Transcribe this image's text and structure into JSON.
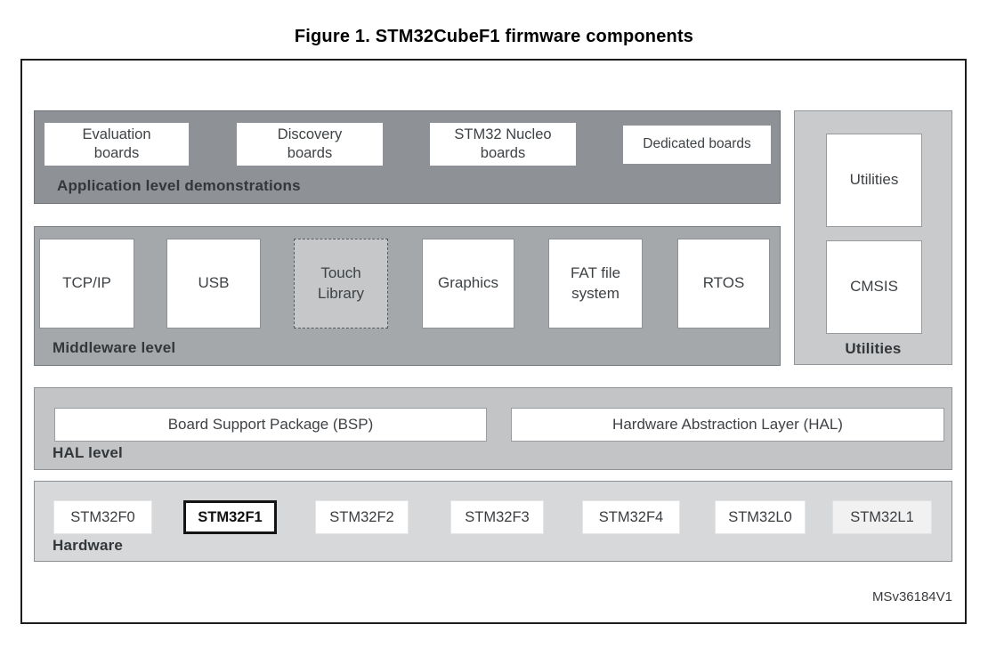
{
  "figure": {
    "title": "Figure 1. STM32CubeF1 firmware components",
    "watermark": "MSv36184V1"
  },
  "application": {
    "label": "Application level demonstrations",
    "boxes": [
      "Evaluation\nboards",
      "Discovery\nboards",
      "STM32 Nucleo\nboards",
      "Dedicated boards"
    ]
  },
  "middleware": {
    "label": "Middleware level",
    "boxes": [
      "TCP/IP",
      "USB",
      "Touch\nLibrary",
      "Graphics",
      "FAT file\nsystem",
      "RTOS"
    ]
  },
  "utilities": {
    "label": "Utilities",
    "boxes": [
      "Utilities",
      "CMSIS"
    ]
  },
  "hal": {
    "label": "HAL level",
    "boxes": [
      "Board Support Package (BSP)",
      "Hardware Abstraction Layer (HAL)"
    ]
  },
  "hardware": {
    "label": "Hardware",
    "chips": [
      "STM32F0",
      "STM32F1",
      "STM32F2",
      "STM32F3",
      "STM32F4",
      "STM32L0",
      "STM32L1"
    ],
    "highlighted": "STM32F1"
  },
  "colors": {
    "band_application": "#8e9195",
    "band_middleware": "#a5a8ab",
    "band_hal": "#c2c4c6",
    "band_hardware": "#d7d8da",
    "utilities_column": "#c8cacc",
    "touch_library_fill": "#c5c7c9",
    "highlight_border": "#141414"
  }
}
